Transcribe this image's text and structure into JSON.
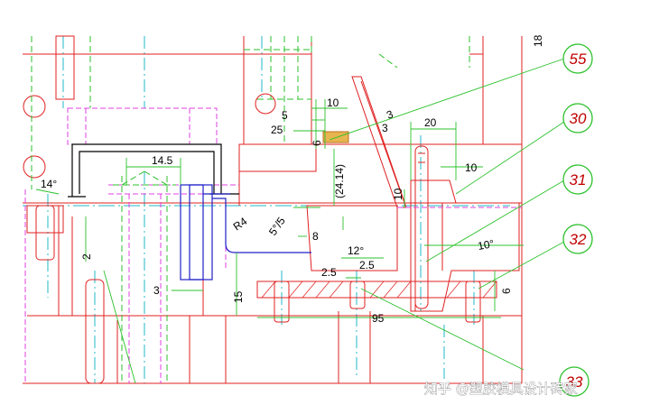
{
  "drawing": {
    "side_number": "18",
    "balloons": [
      "55",
      "30",
      "31",
      "32",
      "33"
    ],
    "dimensions": {
      "d10_top": "10",
      "d5": "5",
      "d3_a": "3",
      "d3_b": "3",
      "d25": "25",
      "d6_small": "6",
      "d20": "20",
      "d10_right": "10",
      "d14_5": "14.5",
      "d14deg": "14°",
      "d24_14": "(24.14)",
      "d10_vert": "10",
      "r4": "R4",
      "d5_5": "5°/5",
      "d8": "8",
      "d12deg": "12°",
      "d2_5_a": "2.5",
      "d2_5_b": "2.5",
      "d10deg": "10°",
      "d2": "2",
      "d3_left": "3",
      "d15": "15",
      "d6_right": "6",
      "d95": "95"
    },
    "watermark": "知乎 @塑胶模具设计砖家"
  },
  "colors": {
    "red": "#e02020",
    "green": "#2cc12c",
    "magenta": "#e040e0",
    "blue": "#2020c8",
    "cyan": "#20b8c8",
    "black": "#000000"
  }
}
